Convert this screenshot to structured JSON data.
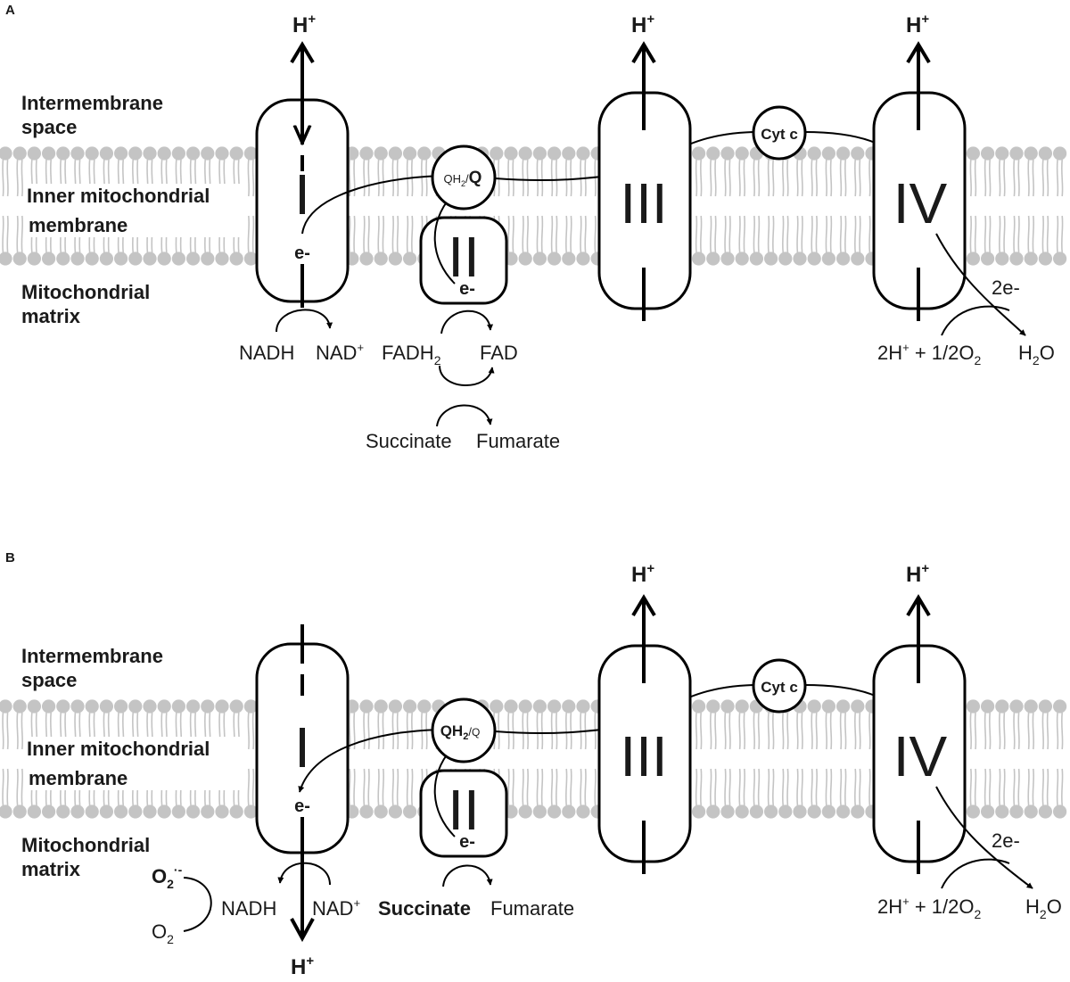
{
  "panels": [
    {
      "id": "A",
      "letter": "A",
      "region_labels": {
        "ims_line1": "Intermembrane",
        "ims_line2": "space",
        "imm_line1": "Inner mitochondrial",
        "imm_line2": "membrane",
        "matrix_line1": "Mitochondrial",
        "matrix_line2": "matrix"
      },
      "complexes": {
        "c1": "I",
        "c2": "II",
        "c3": "III",
        "c4": "IV",
        "cytc": "Cyt c"
      },
      "q_label": {
        "left": "QH",
        "sub": "2",
        "sep": "/",
        "right": "Q"
      },
      "electrons": {
        "e1": "e-",
        "e2": "e-",
        "e4": "2e-"
      },
      "proton": {
        "base": "H",
        "sup": "+"
      },
      "nadh": "NADH",
      "nad": {
        "base": "NAD",
        "sup": "+"
      },
      "fadh2": {
        "base": "FADH",
        "sub": "2"
      },
      "fad": "FAD",
      "succinate": "Succinate",
      "fumarate": "Fumarate",
      "reactant4": {
        "a": "2H",
        "sup": "+",
        "b": " + 1/2O",
        "sub": "2"
      },
      "water": {
        "a": "H",
        "sub": "2",
        "b": "O"
      }
    },
    {
      "id": "B",
      "letter": "B",
      "region_labels": {
        "ims_line1": "Intermembrane",
        "ims_line2": "space",
        "imm_line1": "Inner mitochondrial",
        "imm_line2": "membrane",
        "matrix_line1": "Mitochondrial",
        "matrix_line2": "matrix"
      },
      "complexes": {
        "c1": "I",
        "c2": "II",
        "c3": "III",
        "c4": "IV",
        "cytc": "Cyt c"
      },
      "q_label": {
        "left": "QH",
        "sub": "2",
        "sep": "/",
        "right": "Q"
      },
      "electrons": {
        "e1": "e-",
        "e2": "e-",
        "e4": "2e-"
      },
      "proton": {
        "base": "H",
        "sup": "+"
      },
      "nadh": "NADH",
      "nad": {
        "base": "NAD",
        "sup": "+"
      },
      "succinate": "Succinate",
      "fumarate": "Fumarate",
      "superoxide": {
        "base": "O",
        "sub": "2",
        "sup": "·-"
      },
      "oxygen": {
        "base": "O",
        "sub": "2"
      },
      "reactant4": {
        "a": "2H",
        "sup": "+",
        "b": " + 1/2O",
        "sub": "2"
      },
      "water": {
        "a": "H",
        "sub": "2",
        "b": "O"
      }
    }
  ]
}
